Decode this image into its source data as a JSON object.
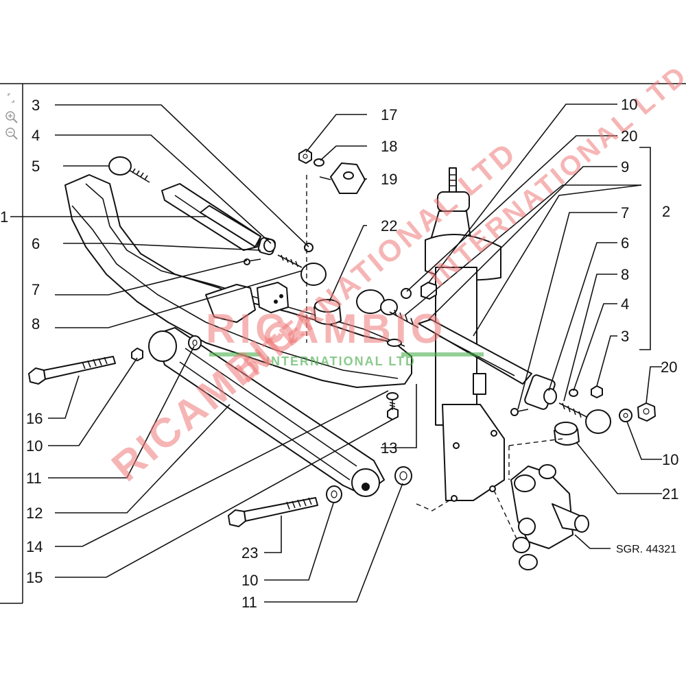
{
  "toolbar": {
    "icons": [
      "fit-page-icon",
      "zoom-in-icon",
      "zoom-out-icon"
    ]
  },
  "diagram": {
    "reference_code": "SGR. 44321",
    "labels_left": [
      "3",
      "4",
      "5",
      "1",
      "6",
      "7",
      "8",
      "16",
      "10",
      "11",
      "12",
      "14",
      "15"
    ],
    "labels_top_center": [
      "17",
      "18",
      "19",
      "22",
      "13"
    ],
    "labels_right": [
      "10",
      "20",
      "9",
      "2",
      "7",
      "6",
      "8",
      "4",
      "3",
      "20",
      "10",
      "21"
    ],
    "labels_bottom": [
      "23",
      "10",
      "11"
    ]
  },
  "watermark": {
    "brand": "RICAMBIO",
    "subtitle": "INTERNATIONAL LTD",
    "brand_color": "#e02626",
    "subtitle_color": "#4caf50"
  }
}
